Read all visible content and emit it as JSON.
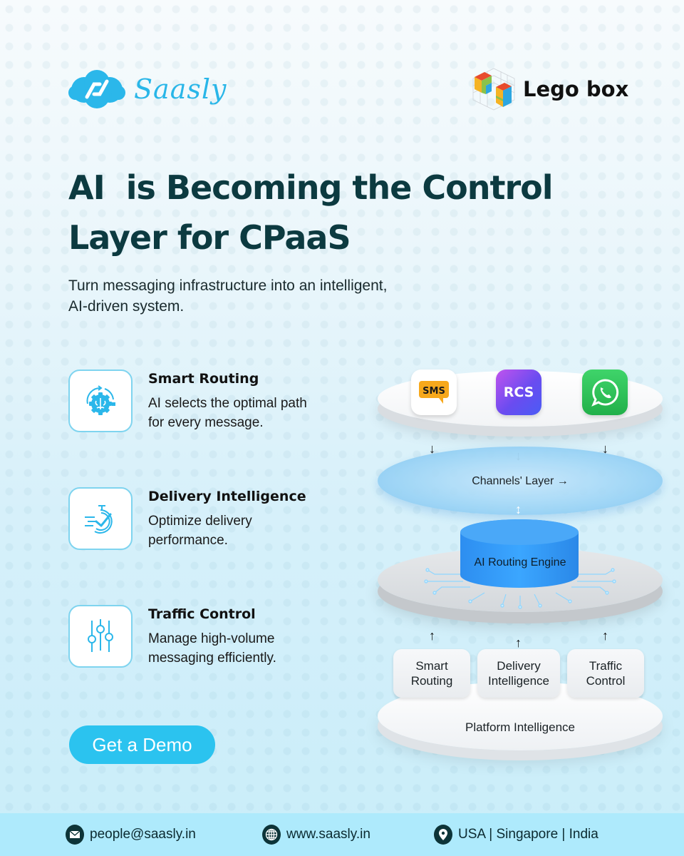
{
  "brand": {
    "left_logo_text": "Saasly",
    "right_logo_text": "Lego box"
  },
  "hero": {
    "title_line1": "AI  is Becoming the Control",
    "title_line2": "Layer for CPaaS",
    "subtitle_line1": "Turn messaging infrastructure into an intelligent,",
    "subtitle_line2": "AI-driven system."
  },
  "features": [
    {
      "icon": "brain-gear-icon",
      "title": "Smart Routing",
      "desc": "AI selects the optimal path for every message."
    },
    {
      "icon": "stopwatch-check-icon",
      "title": "Delivery Intelligence",
      "desc": "Optimize delivery performance."
    },
    {
      "icon": "sliders-icon",
      "title": "Traffic Control",
      "desc": "Manage high-volume messaging efficiently."
    }
  ],
  "cta": {
    "label": "Get a Demo"
  },
  "diagram": {
    "channels": [
      {
        "name": "SMS",
        "label": "SMS",
        "color": "#f7a81b"
      },
      {
        "name": "RCS",
        "label": "RCS",
        "color": "#6a4cf0"
      },
      {
        "name": "WhatsApp",
        "label": "",
        "color": "#2fbf55"
      }
    ],
    "channels_layer": "Channels' Layer →",
    "engine": "AI Routing Engine",
    "modules": [
      "Smart Routing",
      "Delivery Intelligence",
      "Traffic Control"
    ],
    "platform": "Platform Intelligence"
  },
  "footer": {
    "email": "people@saasly.in",
    "website": "www.saasly.in",
    "locations": "USA | Singapore | India"
  },
  "colors": {
    "accent": "#2bc3ef",
    "title": "#0c3a40",
    "footer_bg": "#aeeafc"
  }
}
